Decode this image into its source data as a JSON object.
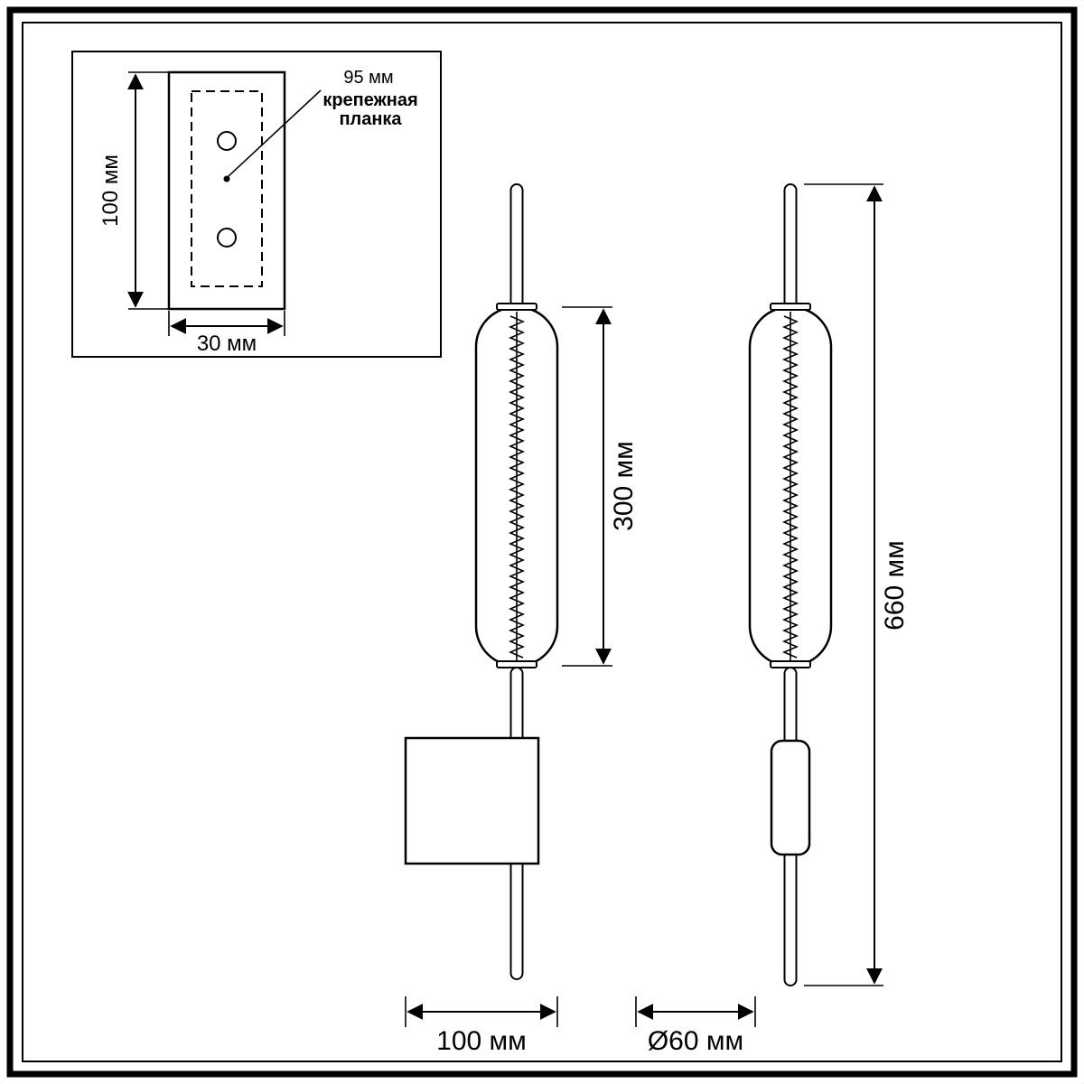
{
  "colors": {
    "line": "#000000",
    "background": "#ffffff"
  },
  "inset": {
    "height_label": "100 мм",
    "width_label": "30 мм",
    "hole_pitch_label": "95 мм",
    "bracket_line1": "крепежная",
    "bracket_line2": "планка"
  },
  "front_view": {
    "diffuser_length_label": "300 мм",
    "depth_label": "100 мм"
  },
  "side_view": {
    "overall_height_label": "660 мм",
    "diameter_label": "Ø60 мм"
  }
}
